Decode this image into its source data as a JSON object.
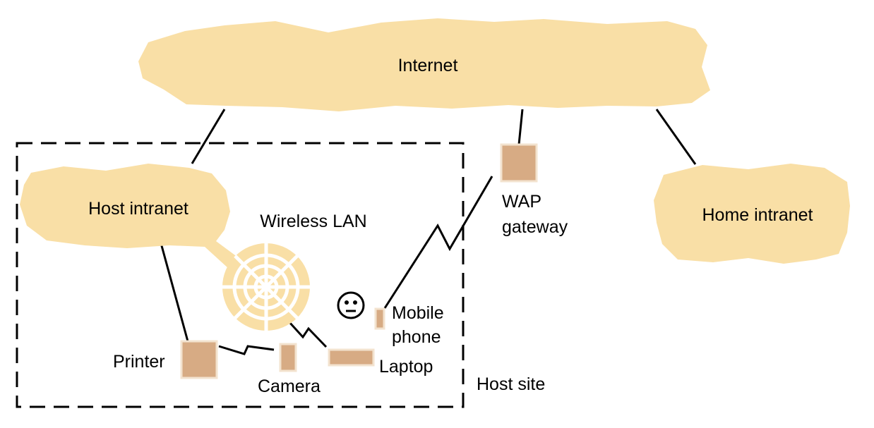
{
  "labels": {
    "internet": "Internet",
    "host_intranet": "Host intranet",
    "home_intranet": "Home intranet",
    "wireless_lan": "Wireless LAN",
    "wap_line1": "WAP",
    "wap_line2": "gateway",
    "mobile_line1": "Mobile",
    "mobile_line2": "phone",
    "printer": "Printer",
    "camera": "Camera",
    "laptop": "Laptop",
    "host_site": "Host site"
  },
  "colors": {
    "cloud_fill": "#f9dfa6",
    "device_fill": "#d7ab84",
    "device_highlight": "#f3e3cf",
    "line": "#000000"
  }
}
